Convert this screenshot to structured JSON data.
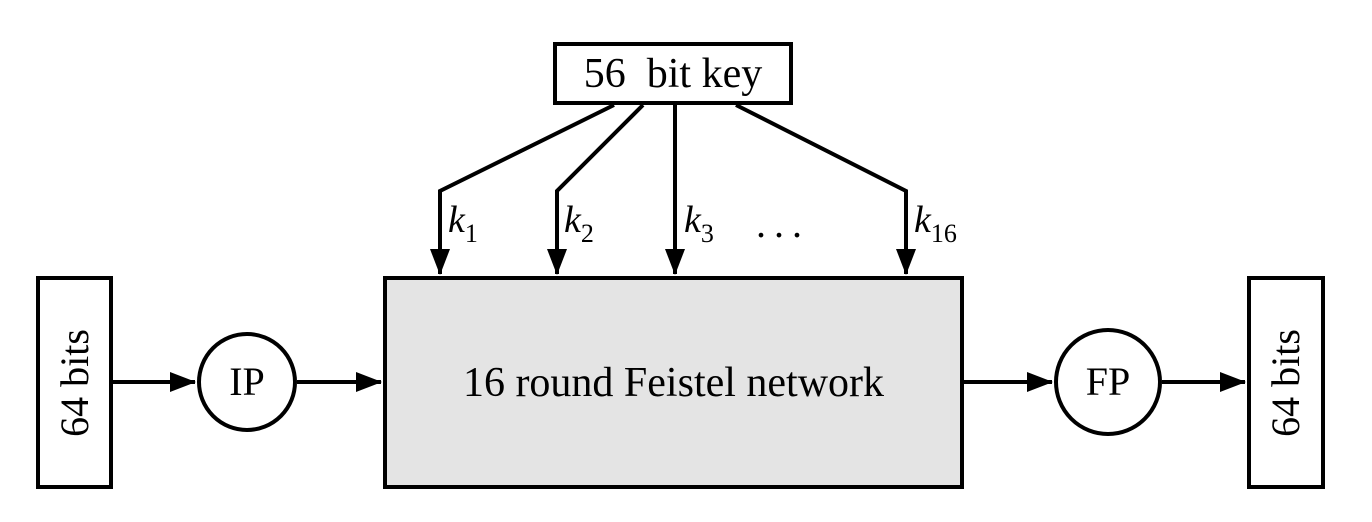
{
  "key_box": {
    "label": "56  bit key"
  },
  "fan": {
    "labels": [
      {
        "base": "k",
        "sub": "1"
      },
      {
        "base": "k",
        "sub": "2"
      },
      {
        "base": "k",
        "sub": "3"
      },
      {
        "base": "k",
        "sub": "16"
      }
    ],
    "ellipsis": "..."
  },
  "pipeline": {
    "input_box": {
      "label": "64 bits"
    },
    "ip_node": {
      "label": "IP"
    },
    "feistel_box": {
      "label": "16 round Feistel network"
    },
    "fp_node": {
      "label": "FP"
    },
    "output_box": {
      "label": "64 bits"
    }
  },
  "colors": {
    "stroke": "#000000",
    "feistel_fill": "#e4e4e4",
    "background": "#ffffff"
  }
}
